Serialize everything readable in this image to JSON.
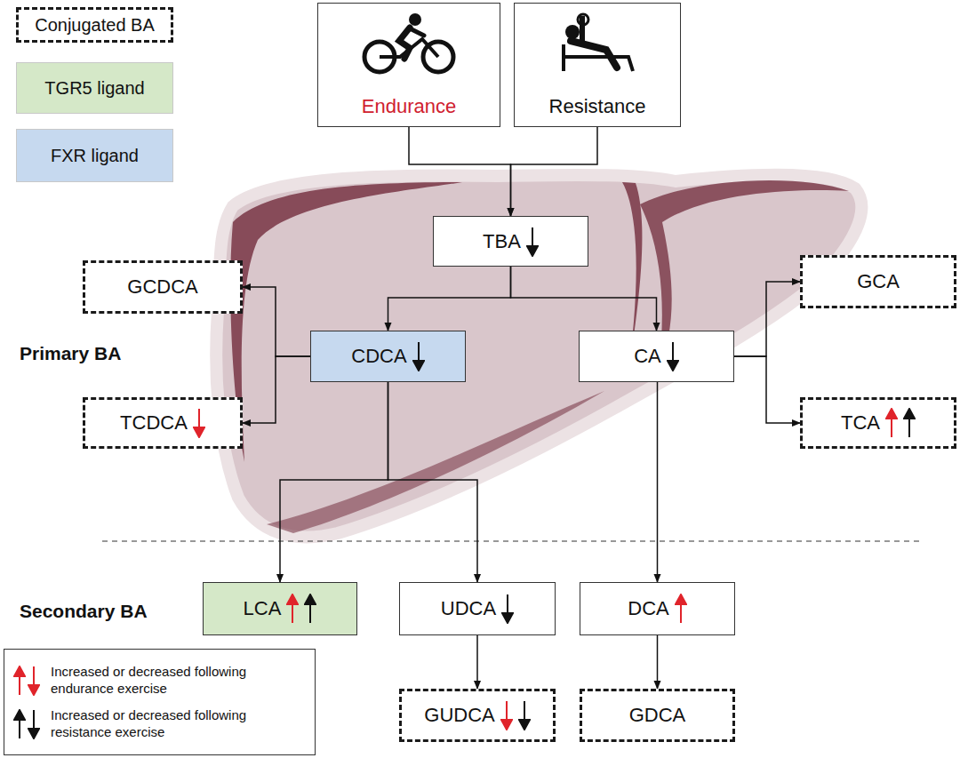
{
  "diagram": {
    "nodes": [
      {
        "text": [
          "Endurance"
        ]
      },
      {
        "text": [
          "Resistance"
        ]
      },
      {
        "text": [
          "TBA"
        ]
      },
      {
        "text": [
          "GCDCA"
        ]
      },
      {
        "text": [
          "GCA"
        ]
      },
      {
        "text": [
          "CDCA"
        ]
      },
      {
        "text": [
          "CA"
        ]
      },
      {
        "text": [
          "TCDCA"
        ]
      },
      {
        "text": [
          "TCA"
        ]
      },
      {
        "text": [
          "LCA"
        ]
      },
      {
        "text": [
          "UDCA"
        ]
      },
      {
        "text": [
          "DCA"
        ]
      },
      {
        "text": [
          "GUDCA"
        ]
      },
      {
        "text": [
          "GDCA"
        ]
      }
    ],
    "edges": [
      {
        "from": 0,
        "to": 2,
        "arrow": "to"
      },
      {
        "from": 1,
        "to": 2,
        "arrow": "to"
      },
      {
        "from": 2,
        "to": 5,
        "arrow": "to"
      },
      {
        "from": 2,
        "to": 6,
        "arrow": "to"
      },
      {
        "from": 5,
        "to": 3,
        "arrow": "to"
      },
      {
        "from": 5,
        "to": 7,
        "arrow": "to"
      },
      {
        "from": 6,
        "to": 4,
        "arrow": "to"
      },
      {
        "from": 6,
        "to": 8,
        "arrow": "to"
      },
      {
        "from": 5,
        "to": 9,
        "arrow": "to"
      },
      {
        "from": 5,
        "to": 10,
        "arrow": "to"
      },
      {
        "from": 6,
        "to": 11,
        "arrow": "to"
      },
      {
        "from": 10,
        "to": 12,
        "arrow": "to"
      },
      {
        "from": 11,
        "to": 13,
        "arrow": "to"
      }
    ],
    "labels": [
      "Primary BA",
      "Secondary BA"
    ],
    "legend": [
      {
        "text": "Conjugated BA"
      },
      {
        "text": "TGR5 ligand",
        "color": "#d5e8c8"
      },
      {
        "text": "FXR ligand",
        "color": "#c6d9ef"
      },
      {
        "text": "Increased or decreased following endurance exercise"
      },
      {
        "text": "Increased or decreased following resistance exercise"
      }
    ]
  }
}
